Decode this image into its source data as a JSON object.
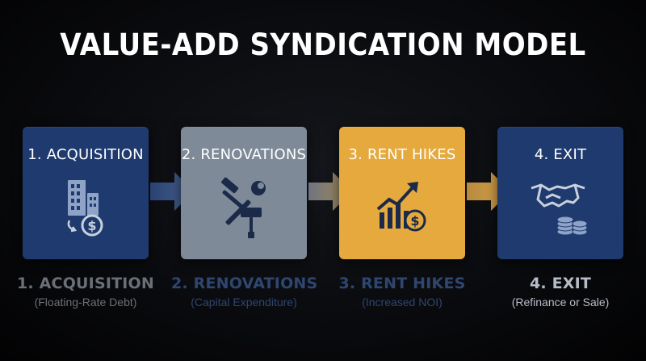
{
  "title": "VALUE-ADD SYNDICATION MODEL",
  "steps": [
    {
      "label": "1. ACQUISITION",
      "caption_title": "1. ACQUISITION",
      "caption_sub": "(Floating-Rate Debt)",
      "icon": "building-dollar-icon",
      "color": "#1e3a6e",
      "caption_color": "#6b6f76"
    },
    {
      "label": "2. RENOVATIONS",
      "caption_title": "2. RENOVATIONS",
      "caption_sub": "(Capital Expenditure)",
      "icon": "hammer-wrench-roller-icon",
      "color": "#7e8a98",
      "caption_color": "#2e4670"
    },
    {
      "label": "3. RENT HIKES",
      "caption_title": "3. RENT HIKES",
      "caption_sub": "(Increased NOI)",
      "icon": "growth-chart-dollar-icon",
      "color": "#e6a93e",
      "caption_color": "#2e4670"
    },
    {
      "label": "4. EXIT",
      "caption_title": "4. EXIT",
      "caption_sub": "(Refinance or Sale)",
      "icon": "handshake-coins-icon",
      "color": "#1e3a6e",
      "caption_color": "#b6bcc6"
    }
  ],
  "colors": {
    "background": "#0a0b0e",
    "arrow_navy_to_gray": "#3d5580",
    "arrow_gray_to_gold": "#8a7a5a",
    "arrow_gold_to_navy": "#c8953a",
    "icon_dark": "#1a2a48",
    "icon_light": "#c8d0dc"
  }
}
